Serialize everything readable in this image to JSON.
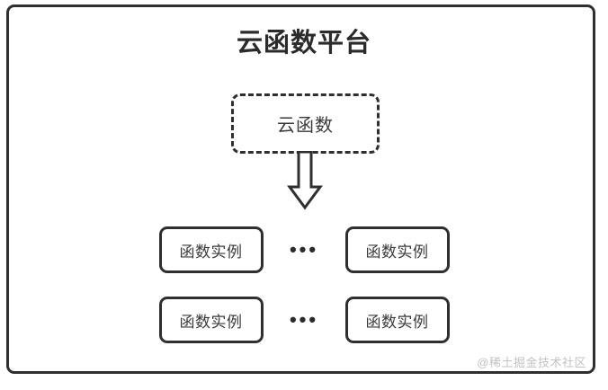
{
  "diagram": {
    "title": "云函数平台",
    "platform_frame_name": "cloud-function-platform-frame",
    "function_node": {
      "label": "云函数",
      "border_style": "dashed"
    },
    "arrow": {
      "direction": "down",
      "icon": "block-arrow-down-icon"
    },
    "instance_rows": [
      {
        "left": {
          "label": "函数实例"
        },
        "separator": "•••",
        "right": {
          "label": "函数实例"
        }
      },
      {
        "left": {
          "label": "函数实例"
        },
        "separator": "•••",
        "right": {
          "label": "函数实例"
        }
      }
    ],
    "watermark": "@稀土掘金技术社区",
    "colors": {
      "stroke": "#2f2f2f",
      "text": "#3a3a3a",
      "title_text": "#2b2b2b",
      "background": "#ffffff",
      "watermark_text": "#c2c2c2"
    }
  }
}
